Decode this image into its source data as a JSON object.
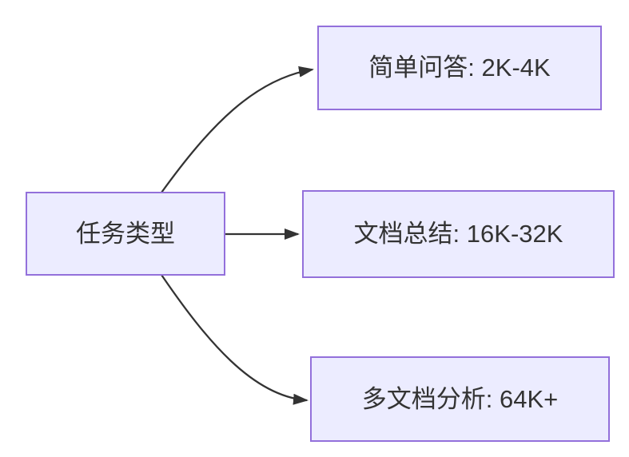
{
  "diagram": {
    "type": "flowchart",
    "direction": "left-to-right",
    "source_node": {
      "label": "任务类型"
    },
    "target_nodes": [
      {
        "label": "简单问答: 2K-4K"
      },
      {
        "label": "文档总结: 16K-32K"
      },
      {
        "label": "多文档分析: 64K+"
      }
    ],
    "edges": [
      {
        "from": "任务类型",
        "to": "简单问答: 2K-4K"
      },
      {
        "from": "任务类型",
        "to": "文档总结: 16K-32K"
      },
      {
        "from": "任务类型",
        "to": "多文档分析: 64K+"
      }
    ]
  },
  "theme": {
    "background": "#FFFFFF",
    "node_fill": "#ECECFF",
    "node_border": "#9370DB",
    "edge_color": "#333333",
    "text_color": "#333333"
  }
}
